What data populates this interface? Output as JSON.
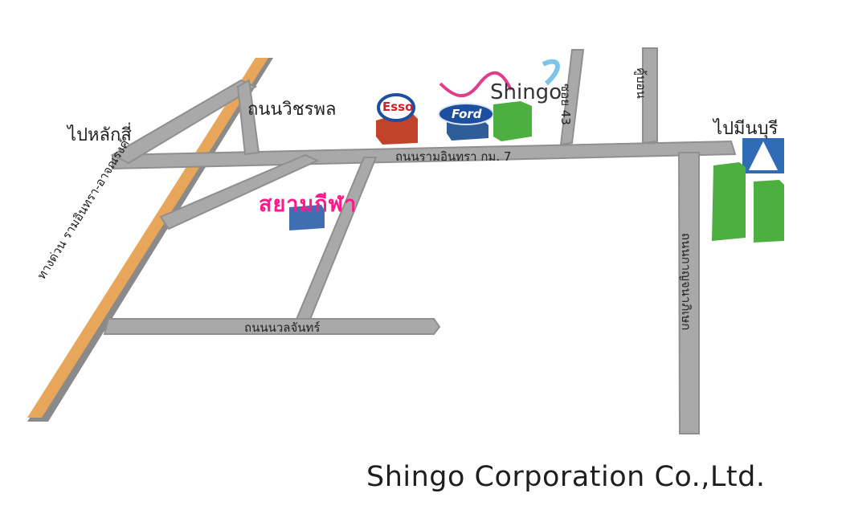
{
  "map": {
    "places": {
      "lak_si": "ไปหลักสี่",
      "min_buri": "ไปมีนบุรี"
    },
    "roads": {
      "vibhavadi": "ถนนวิชรพล",
      "ramintra": "ถนนรามอินทรา กม. 7",
      "nawamin": "ถนนนวลจันทร์",
      "kanchanaphisek": "ถนนกาญจนาภิเษก",
      "expressway": "ทางด่วน รามอินทรา-อาจณรงค์",
      "soi_left": "ซอย 43",
      "soi_right": "คู้บอน"
    },
    "landmarks": {
      "siam_kitchen": "สยามกีฬา",
      "esso": "Esso",
      "ford": "Ford",
      "shingo": "Shingo"
    }
  },
  "footer": {
    "company": "Shingo Corporation Co.,Ltd."
  },
  "colors": {
    "road": "#a9a9a9",
    "road_shadow": "#8a8a8a",
    "expressway": "#e8a65a",
    "building_green": "#4caf3f",
    "building_blue": "#3f6fb0",
    "esso_red": "#c1432a",
    "accent_pink": "#ff1a8c"
  }
}
